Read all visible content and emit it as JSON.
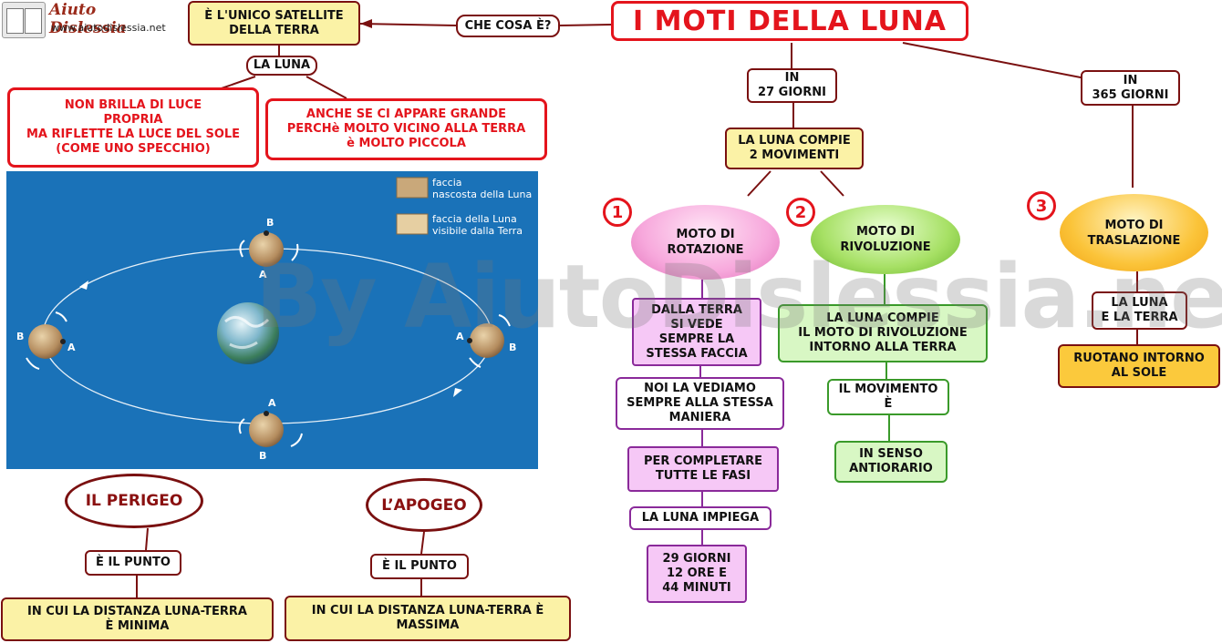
{
  "logo": {
    "brand": "Aiuto Dislessia",
    "url": "www.aiutodislessia.net"
  },
  "title": "I MOTI DELLA LUNA",
  "watermark": "By AiutoDislessia.net",
  "nodes": {
    "what_is": "CHE COSA È?",
    "satellite": "È L'UNICO SATELLITE\nDELLA TERRA",
    "moon": "LA LUNA",
    "no_light": "NON BRILLA DI LUCE\nPROPRIA\nMA RIFLETTE LA LUCE DEL SOLE\n(COME UNO SPECCHIO)",
    "small": "ANCHE SE CI APPARE GRANDE\nPERCHè MOLTO VICINO ALLA TERRA\nè MOLTO PICCOLA",
    "days27": "IN\n27 GIORNI",
    "days365": "IN\n365 GIORNI",
    "two_moves": "LA LUNA COMPIE\n2 MOVIMENTI",
    "rotation": "MOTO DI\nROTAZIONE",
    "revolution": "MOTO DI\nRIVOLUZIONE",
    "translation": "MOTO DI\nTRASLAZIONE",
    "same_face": "DALLA TERRA\nSI VEDE\nSEMPRE LA\nSTESSA FACCIA",
    "same_way": "NOI LA VEDIAMO\nSEMPRE ALLA STESSA\nMANIERA",
    "phases": "PER COMPLETARE\nTUTTE LE FASI",
    "takes": "LA LUNA IMPIEGA",
    "duration": "29 GIORNI\n12 ORE E\n44 MINUTI",
    "rev_motion": "LA LUNA COMPIE\nIL MOTO DI RIVOLUZIONE\nINTORNO ALLA TERRA",
    "movement": "IL MOVIMENTO\nÈ",
    "anticlockwise": "IN SENSO\nANTIORARIO",
    "moon_earth": "LA LUNA\nE LA TERRA",
    "around_sun": "RUOTANO INTORNO\nAL SOLE",
    "perigee": "IL PERIGEO",
    "apogee": "L’APOGEO",
    "point1": "È IL PUNTO",
    "point2": "È IL PUNTO",
    "min_dist": "IN CUI LA DISTANZA LUNA-TERRA\nÈ MINIMA",
    "max_dist": "IN CUI LA DISTANZA LUNA-TERRA È\nMASSIMA"
  },
  "numbers": {
    "n1": "1",
    "n2": "2",
    "n3": "3"
  },
  "figure": {
    "legend_hidden": "faccia\nnascosta della Luna",
    "legend_visible": "faccia della Luna\nvisibile dalla Terra",
    "label_a": "A",
    "label_b": "B"
  },
  "colors": {
    "accent_red": "#e4141c",
    "border_dark": "#7a1010",
    "figure_blue": "#1a72b8"
  }
}
